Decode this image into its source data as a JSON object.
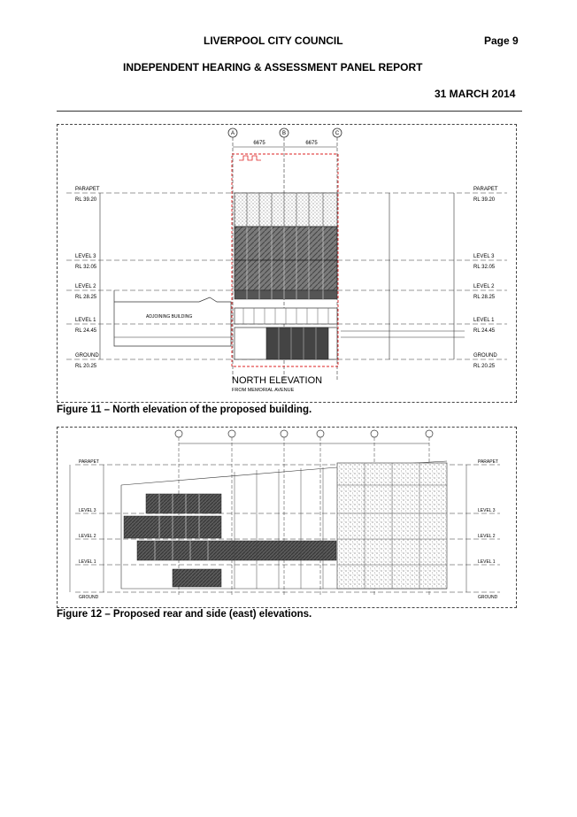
{
  "header": {
    "organization": "LIVERPOOL CITY COUNCIL",
    "page": "Page 9",
    "report_title": "INDEPENDENT HEARING & ASSESSMENT PANEL REPORT",
    "date": "31 MARCH 2014"
  },
  "figure11": {
    "caption": "Figure 11 – North elevation of the proposed building.",
    "drawing_title": "NORTH ELEVATION",
    "drawing_subtitle": "FROM MEMORIAL AVENUE",
    "grid_marks": [
      "A",
      "B",
      "C"
    ],
    "dimensions_top": [
      "6675",
      "6675"
    ],
    "level_labels": [
      "PARAPET",
      "LEVEL 3",
      "LEVEL 2",
      "LEVEL 1",
      "GROUND"
    ],
    "level_rl": [
      "RL 39.20",
      "RL 32.05",
      "RL 28.25",
      "RL 24.45",
      "RL 20.25"
    ],
    "note": "ADJOINING BUILDING"
  },
  "figure12": {
    "caption": "Figure 12 – Proposed rear and side (east) elevations.",
    "level_labels": [
      "PARAPET",
      "LEVEL 3",
      "LEVEL 2",
      "LEVEL 1",
      "GROUND"
    ]
  }
}
